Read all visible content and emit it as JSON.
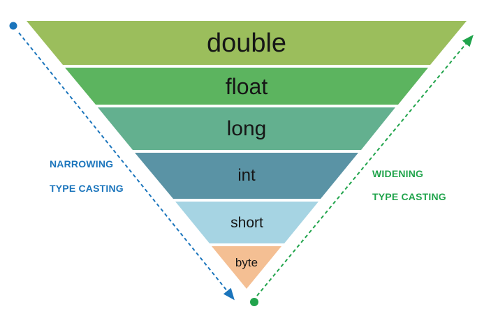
{
  "diagram": {
    "subject": "Java primitive type casting pyramid",
    "pyramid": {
      "layers": [
        {
          "label": "double",
          "color": "#9bbe5c"
        },
        {
          "label": "float",
          "color": "#5cb45f"
        },
        {
          "label": "long",
          "color": "#63b08f"
        },
        {
          "label": "int",
          "color": "#5a93a5"
        },
        {
          "label": "short",
          "color": "#a6d4e3"
        },
        {
          "label": "byte",
          "color": "#f4bf93"
        }
      ]
    },
    "left_label": {
      "line1": "NARROWING",
      "line2": "TYPE CASTING",
      "color": "#1b75bc"
    },
    "right_label": {
      "line1": "WIDENING",
      "line2": "TYPE CASTING",
      "color": "#21a44c"
    },
    "arrows": {
      "narrowing": {
        "color": "#1b75bc",
        "style": "dashed",
        "from": "top-left dot",
        "to": "bottom-center arrowhead"
      },
      "widening": {
        "color": "#21a44c",
        "style": "dashed",
        "from": "bottom-center dot",
        "to": "top-right arrowhead"
      }
    }
  }
}
